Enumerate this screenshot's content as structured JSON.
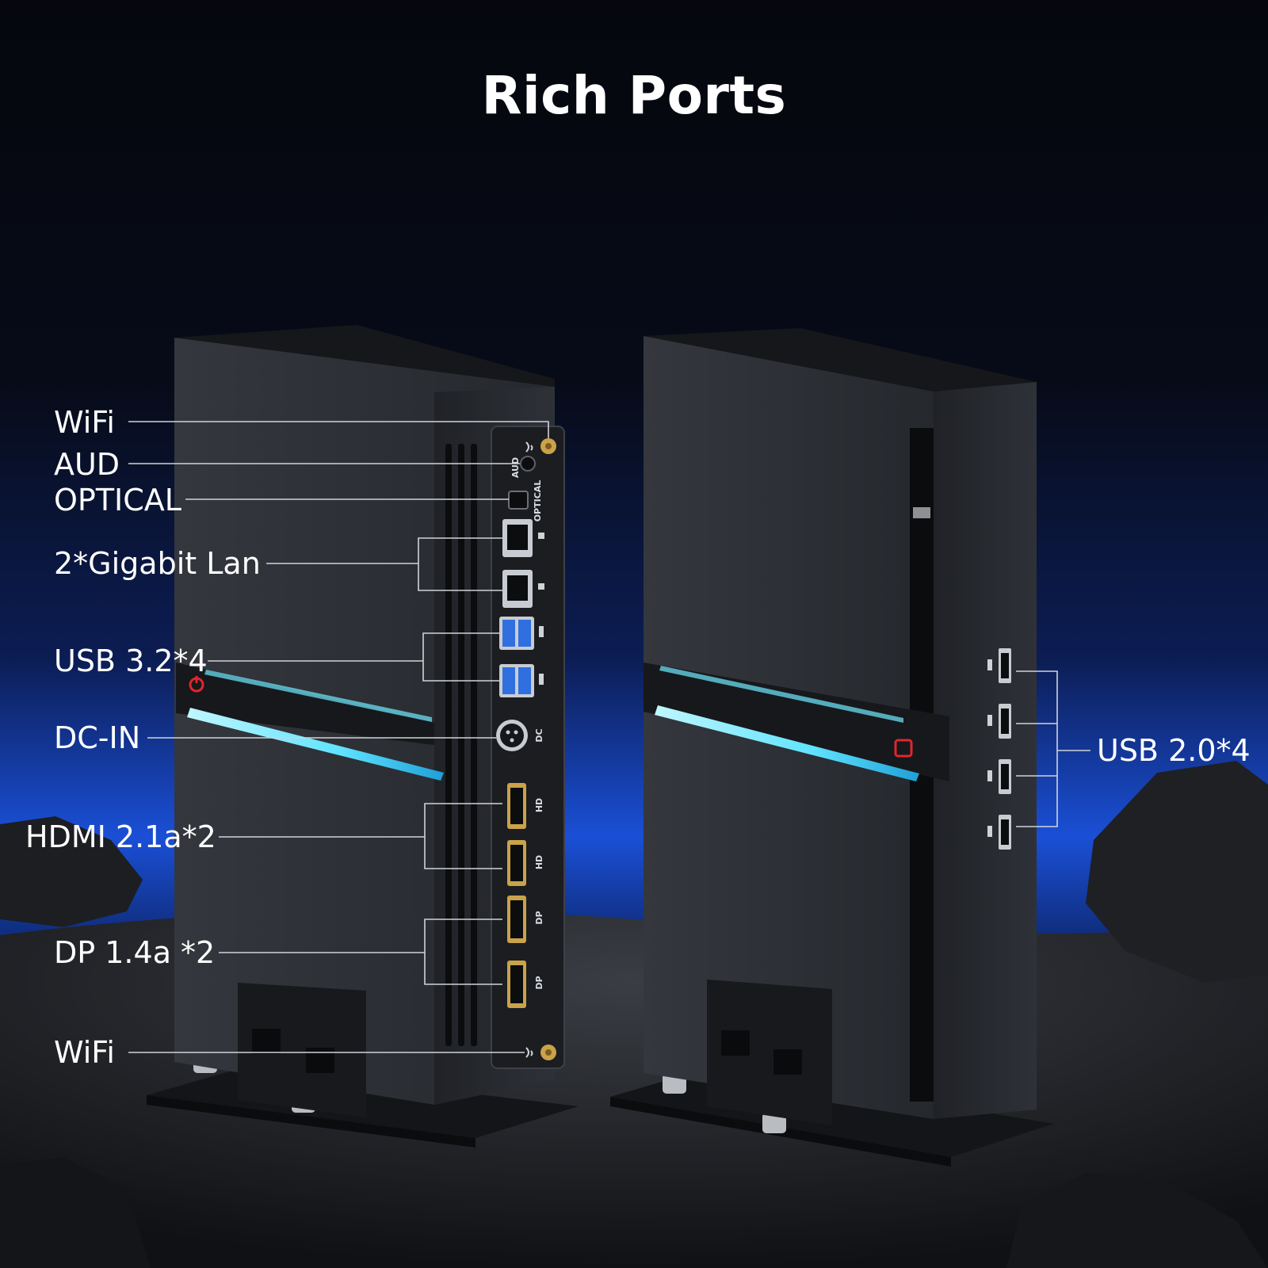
{
  "title": "Rich Ports",
  "callouts": {
    "wifi_top": "WiFi",
    "aud": "AUD",
    "optical": "OPTICAL",
    "lan": "2*Gigabit Lan",
    "usb32": "USB 3.2*4",
    "dcin": "DC-IN",
    "hdmi": "HDMI 2.1a*2",
    "dp": "DP 1.4a *2",
    "wifi_bottom": "WiFi",
    "usb20": "USB 2.0*4"
  },
  "port_labels": {
    "aud": "AUD",
    "optical": "OPTICAL",
    "dc": "DC",
    "hd_1": "HD",
    "hd_2": "HD",
    "dp_1": "DP",
    "dp_2": "DP"
  },
  "icons": [
    "wifi-antenna-icon",
    "power-icon",
    "lan-icon",
    "usb-ss-icon",
    "usb-icon"
  ],
  "colors": {
    "background_top": "#05070d",
    "background_glow": "#1a4fd6",
    "chassis": "#2b2e34",
    "light_strip": "#5fe3ff",
    "power_button": "#e0262d",
    "usb3_blue": "#2f6fe0",
    "gold": "#c9a24a",
    "text": "#ffffff",
    "leader_line": "#cfd3d8"
  }
}
